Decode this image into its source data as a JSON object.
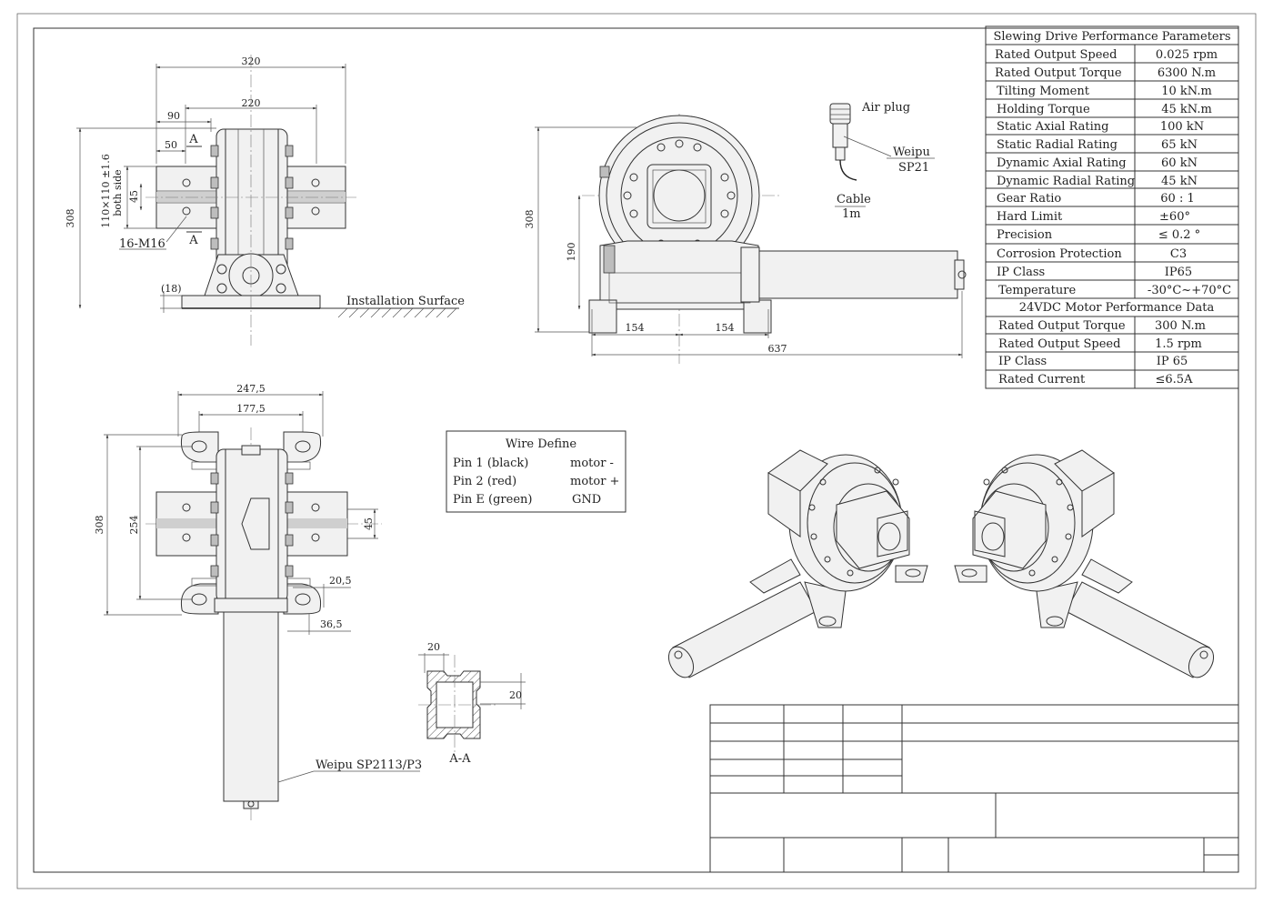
{
  "front_view": {
    "dim_320": "320",
    "dim_220": "220",
    "dim_90": "90",
    "dim_50": "50",
    "dim_45": "45",
    "dim_308": "308",
    "dim_tube": "110×110 ±1.6",
    "dim_tube_note": "both side",
    "section_mark_top": "A",
    "section_mark_bottom": "A",
    "bolts": "16-M16",
    "dim_18": "(18)",
    "surface": "Installation Surface"
  },
  "side_view": {
    "dim_308": "308",
    "dim_190": "190",
    "dim_154a": "154",
    "dim_154b": "154",
    "dim_637": "637"
  },
  "plug": {
    "air_plug": "Air plug",
    "weipu": "Weipu",
    "sp21": "SP21",
    "cable": "Cable",
    "cable_len": "1m"
  },
  "top_view": {
    "dim_247": "247,5",
    "dim_177": "177,5",
    "dim_308": "308",
    "dim_254": "254",
    "dim_45": "45",
    "dim_20_5": "20,5",
    "dim_36_5": "36,5",
    "connector": "Weipu SP2113/P3"
  },
  "section_aa": {
    "dim_20_top": "20",
    "dim_20_side": "20",
    "label": "A-A"
  },
  "wire_define": {
    "title": "Wire Define",
    "rows": [
      {
        "pin": "Pin 1  (black)",
        "fn": "motor -"
      },
      {
        "pin": "Pin 2  (red)",
        "fn": "motor +"
      },
      {
        "pin": "Pin E  (green)",
        "fn": "GND"
      }
    ]
  },
  "params": {
    "title": "Slewing Drive Performance Parameters",
    "rows": [
      {
        "name": "Rated Output Speed",
        "value": "0.025 rpm"
      },
      {
        "name": "Rated Output Torque",
        "value": "6300 N.m"
      },
      {
        "name": "Tilting Moment",
        "value": "10 kN.m"
      },
      {
        "name": "Holding Torque",
        "value": "45 kN.m"
      },
      {
        "name": "Static Axial Rating",
        "value": "100 kN"
      },
      {
        "name": "Static Radial Rating",
        "value": "65 kN"
      },
      {
        "name": "Dynamic Axial Rating",
        "value": "60 kN"
      },
      {
        "name": "Dynamic Radial Rating",
        "value": "45 kN"
      },
      {
        "name": "Gear Ratio",
        "value": "60 : 1"
      },
      {
        "name": "Hard Limit",
        "value": "±60°"
      },
      {
        "name": "Precision",
        "value": "≤ 0.2 °"
      },
      {
        "name": "Corrosion Protection",
        "value": "C3"
      },
      {
        "name": "IP Class",
        "value": "IP65"
      },
      {
        "name": "Temperature",
        "value": "-30°C~+70°C"
      }
    ],
    "motor_title": "24VDC Motor Performance Data",
    "motor_rows": [
      {
        "name": "Rated Output Torque",
        "value": "300 N.m"
      },
      {
        "name": "Rated Output Speed",
        "value": "1.5 rpm"
      },
      {
        "name": "IP Class",
        "value": "IP 65"
      },
      {
        "name": "Rated Current",
        "value": "≤6.5A"
      }
    ]
  }
}
